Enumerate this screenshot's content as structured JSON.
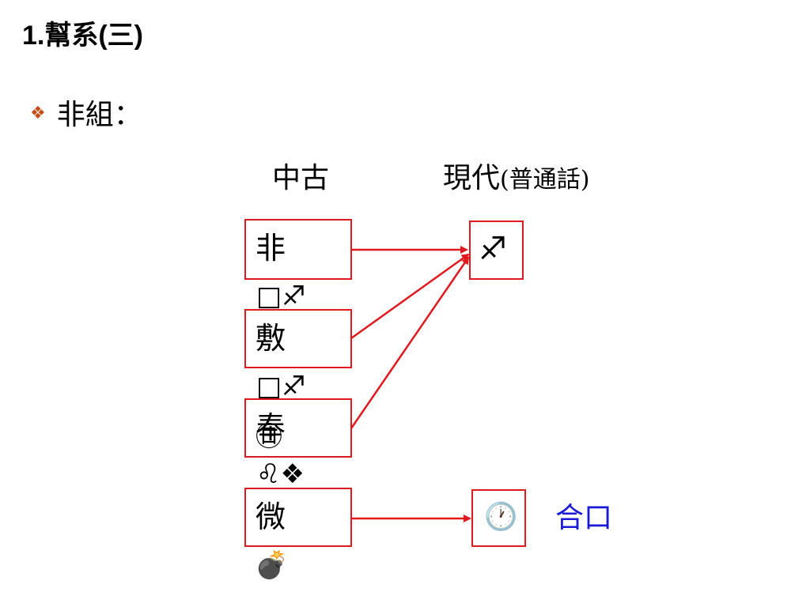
{
  "title": {
    "number": "1.",
    "text": "幫系(三)"
  },
  "bullet": {
    "icon": "diamond-bullet-icon",
    "text": "非組："
  },
  "headers": {
    "middle_chinese": "中古",
    "modern": "現代",
    "modern_note": "(普通話)"
  },
  "source_boxes": [
    {
      "char": "非",
      "sub": "□♐"
    },
    {
      "char": "敷",
      "sub": "□♐"
    },
    {
      "char": "奉",
      "sub": "♌❖"
    },
    {
      "char": "微",
      "sub": ""
    }
  ],
  "overlay_glyph": "㊐",
  "bomb_glyph": "💣",
  "targets": [
    {
      "glyph": "♐",
      "icon": "sagittarius-icon"
    },
    {
      "glyph": "🕐",
      "icon": "clock-icon"
    }
  ],
  "note": "合口",
  "colors": {
    "box_border": "#e0191f",
    "arrow": "#e0191f",
    "note": "#1a1ad6",
    "bullet": "#c84a12"
  }
}
